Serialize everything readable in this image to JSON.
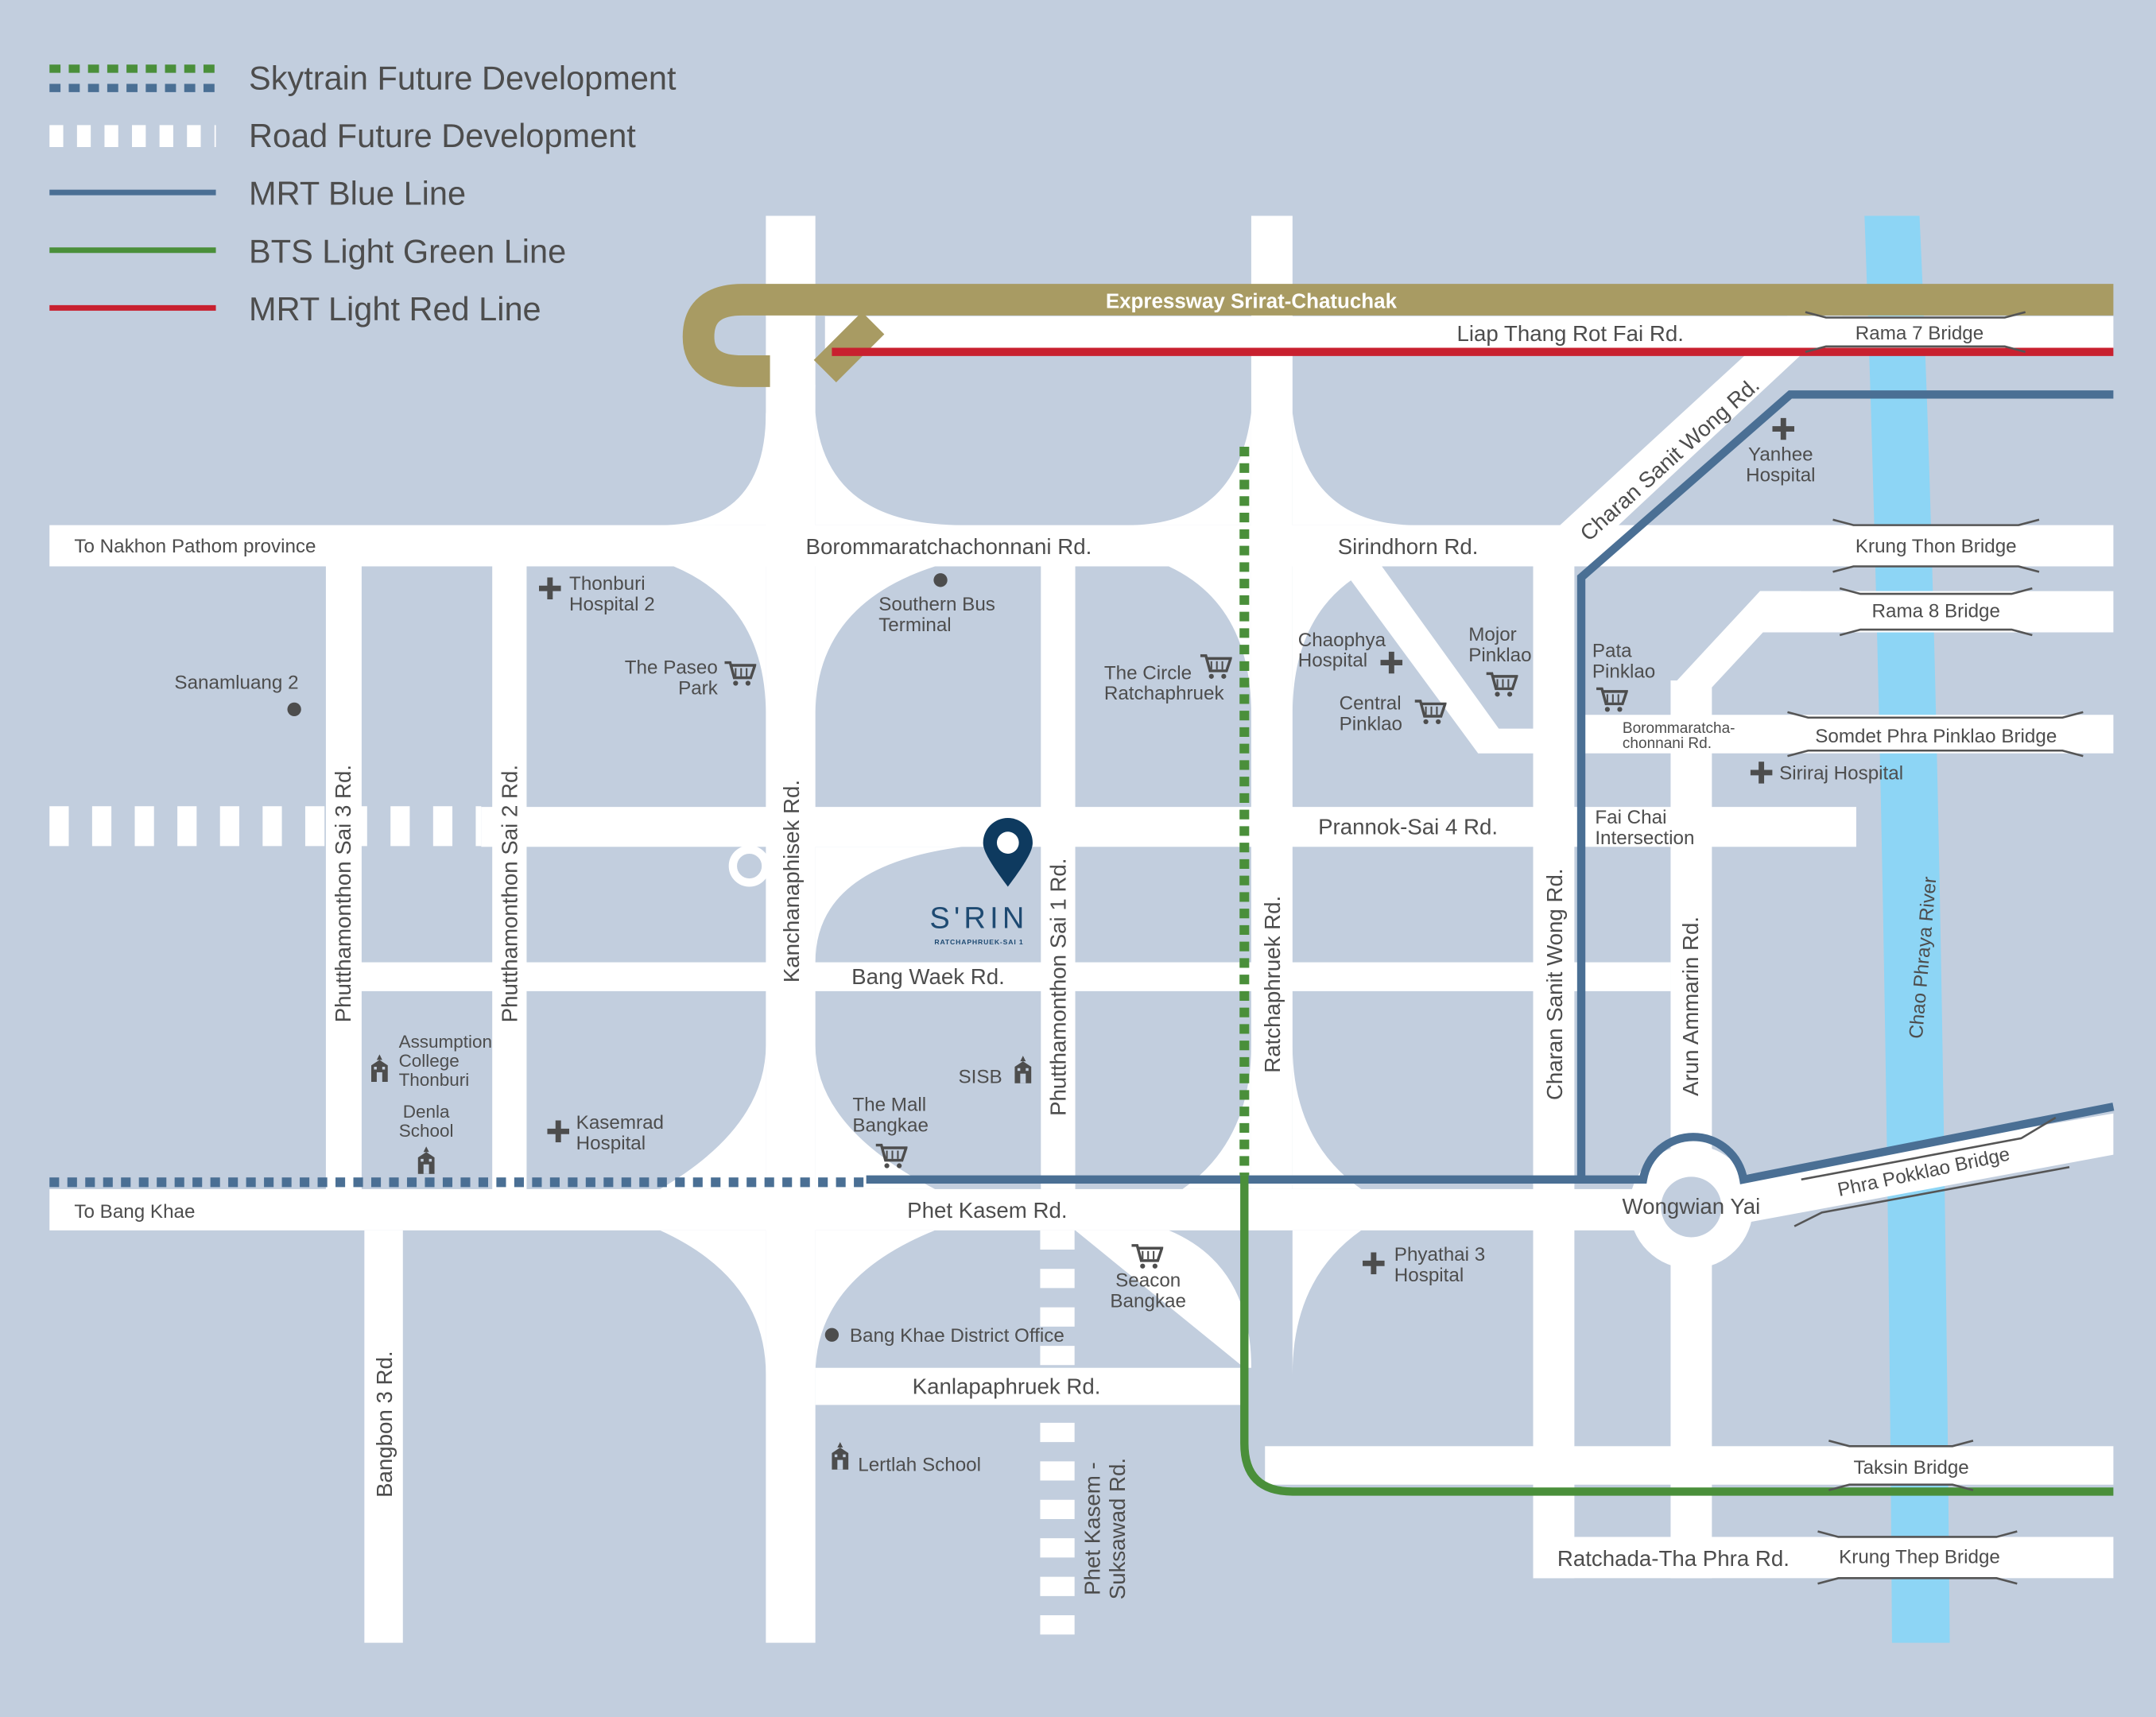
{
  "colors": {
    "background": "#c2cede",
    "road": "#ffffff",
    "mrt_blue": "#4a6f94",
    "bts_green": "#4a8f3a",
    "mrt_red": "#c8202f",
    "expressway": "#a89b63",
    "river": "#8dd5f5",
    "pin": "#0e3a5f"
  },
  "legend": [
    {
      "label": "Skytrain Future Development"
    },
    {
      "label": "Road Future Development"
    },
    {
      "label": "MRT Blue Line"
    },
    {
      "label": "BTS Light Green Line"
    },
    {
      "label": "MRT Light Red Line"
    }
  ],
  "project": {
    "name": "S'RIN",
    "subtitle": "RATCHAPHRUEK-SAI 1",
    "icon": "location-pin-icon"
  },
  "roads": {
    "expressway": "Expressway Srirat-Chatuchak",
    "liap_thang": "Liap Thang Rot Fai Rd.",
    "boromma": "Borommaratchachonnani Rd.",
    "sirindhorn": "Sirindhorn Rd.",
    "to_nakhon_pathom": "To Nakhon Pathom province",
    "charan_diag": "Charan Sanit Wong Rd.",
    "prannok": "Prannok-Sai 4 Rd.",
    "bang_waek": "Bang Waek Rd.",
    "phet_kasem": "Phet Kasem Rd.",
    "to_bang_khae": "To Bang Khae",
    "kanlapaphruek": "Kanlapaphruek Rd.",
    "ratchada": "Ratchada-Tha Phra Rd.",
    "sai3": "Phutthamonthon Sai 3 Rd.",
    "sai2": "Phutthamonthon Sai 2 Rd.",
    "kanchanaphisek": "Kanchanaphisek Rd.",
    "sai1": "Phutthamonthon Sai 1 Rd.",
    "ratchaphruek": "Ratchaphruek Rd.",
    "charan_v": "Charan Sanit Wong Rd.",
    "arun": "Arun Ammarin Rd.",
    "bangbon": "Bangbon 3 Rd.",
    "suksawad_1": "Phet Kasem -",
    "suksawad_2": "Suksawad Rd.",
    "boromma_small_1": "Borommaratcha-",
    "boromma_small_2": "chonnani Rd.",
    "fai_chai_1": "Fai Chai",
    "fai_chai_2": "Intersection",
    "wongwian": "Wongwian Yai"
  },
  "bridges": {
    "rama7": "Rama 7 Bridge",
    "krung_thon": "Krung Thon Bridge",
    "rama8": "Rama 8 Bridge",
    "somdet": "Somdet Phra Pinklao Bridge",
    "pokklao": "Phra Pokklao Bridge",
    "taksin": "Taksin Bridge",
    "krung_thep": "Krung Thep Bridge"
  },
  "river": "Chao Phraya River",
  "places": {
    "yanhee": [
      "Yanhee",
      "Hospital"
    ],
    "thonburi2": [
      "Thonburi",
      "Hospital 2"
    ],
    "bus": [
      "Southern Bus",
      "Terminal"
    ],
    "sanamluang": [
      "Sanamluang 2"
    ],
    "paseo": [
      "The Paseo",
      "Park"
    ],
    "circle": [
      "The Circle",
      "Ratchaphruek"
    ],
    "chaophya": [
      "Chaophya",
      "Hospital"
    ],
    "mojor": [
      "Mojor",
      "Pinklao"
    ],
    "central": [
      "Central",
      "Pinklao"
    ],
    "pata": [
      "Pata",
      "Pinklao"
    ],
    "siriraj": [
      "Siriraj Hospital"
    ],
    "assumption": [
      "Assumption",
      "College",
      "Thonburi"
    ],
    "denla": [
      "Denla",
      "School"
    ],
    "kasemrad": [
      "Kasemrad",
      "Hospital"
    ],
    "sisb": [
      "SISB"
    ],
    "mall": [
      "The Mall",
      "Bangkae"
    ],
    "seacon": [
      "Seacon",
      "Bangkae"
    ],
    "phyathai": [
      "Phyathai 3",
      "Hospital"
    ],
    "district": [
      "Bang Khae District Office"
    ],
    "lertlah": [
      "Lertlah School"
    ]
  }
}
